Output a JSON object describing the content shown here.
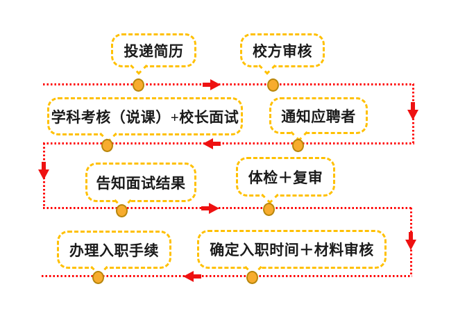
{
  "colors": {
    "bg": "#ffffff",
    "bubble_border": "#FFC000",
    "node_fill": "#F7AC2E",
    "node_border": "#B8860B",
    "line": "#FF0000",
    "arrow": "#EE1111",
    "text": "#1a1a1a"
  },
  "flowchart": {
    "type": "process-flow",
    "steps": [
      {
        "order": 1,
        "label": "投递简历"
      },
      {
        "order": 2,
        "label": "校方审核"
      },
      {
        "order": 3,
        "label": "通知应聘者"
      },
      {
        "order": 4,
        "label": "学科考核（说课）+校长面试"
      },
      {
        "order": 5,
        "label": "告知面试结果"
      },
      {
        "order": 6,
        "label": "体检＋复审"
      },
      {
        "order": 7,
        "label": "确定入职时间＋材料审核"
      },
      {
        "order": 8,
        "label": "办理入职手续"
      }
    ]
  }
}
